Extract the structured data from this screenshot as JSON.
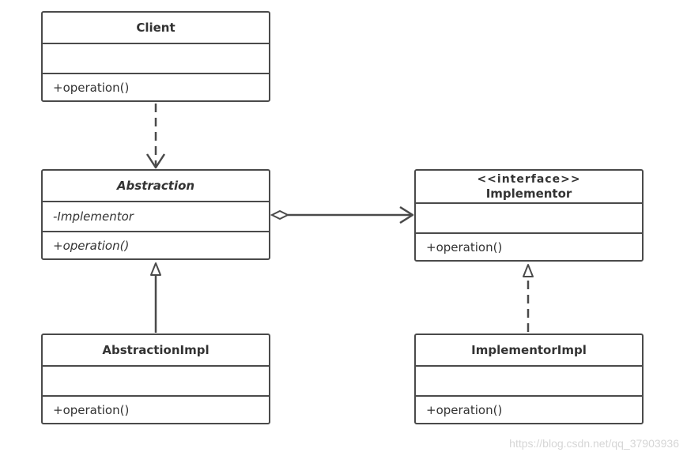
{
  "classes": {
    "client": {
      "name": "Client",
      "attributes": "",
      "operations": "+operation()"
    },
    "abstraction": {
      "name": "Abstraction",
      "attributes": "-Implementor",
      "operations": "+operation()"
    },
    "implementor": {
      "stereotype": "<<interface>>",
      "name": "Implementor",
      "attributes": "",
      "operations": "+operation()"
    },
    "abstraction_impl": {
      "name": "AbstractionImpl",
      "attributes": "",
      "operations": "+operation()"
    },
    "implementor_impl": {
      "name": "ImplementorImpl",
      "attributes": "",
      "operations": "+operation()"
    }
  },
  "relations": [
    {
      "from": "Client",
      "to": "Abstraction",
      "type": "dependency"
    },
    {
      "from": "Abstraction",
      "to": "Implementor",
      "type": "aggregation"
    },
    {
      "from": "AbstractionImpl",
      "to": "Abstraction",
      "type": "generalization"
    },
    {
      "from": "ImplementorImpl",
      "to": "Implementor",
      "type": "realization"
    }
  ],
  "colors": {
    "line": "#4a4a4a",
    "text": "#333333",
    "watermark": "#d6d6d6"
  },
  "watermark": "https://blog.csdn.net/qq_37903936"
}
